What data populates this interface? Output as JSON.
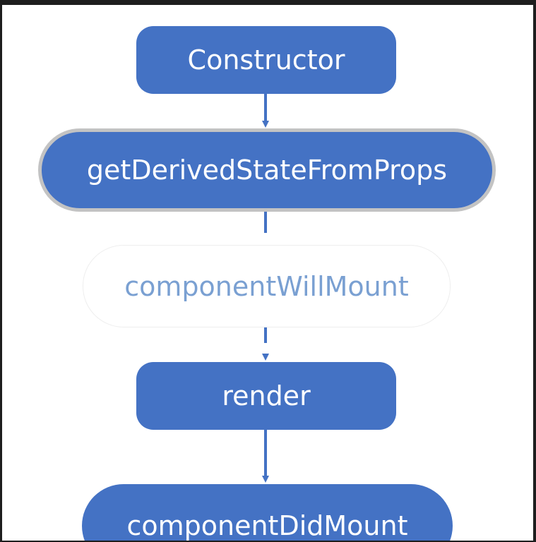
{
  "diagram": {
    "nodes": {
      "constructor": "Constructor",
      "get_derived_state_from_props": "getDerivedStateFromProps",
      "component_will_mount": "componentWillMount",
      "render": "render",
      "component_did_mount": "componentDidMount"
    },
    "edges": [
      {
        "from": "Constructor",
        "to": "getDerivedStateFromProps",
        "style": "solid"
      },
      {
        "from": "getDerivedStateFromProps",
        "to": "render",
        "style": "dashed"
      },
      {
        "from": "render",
        "to": "componentDidMount",
        "style": "solid"
      }
    ],
    "colors": {
      "node_fill": "#4472c4",
      "node_text": "#ffffff",
      "faded_text": "#7aa0d2",
      "connector": "#4472c4",
      "background": "#ffffff",
      "frame": "#1e1e1e",
      "highlight_border": "#c3c3c3"
    }
  }
}
